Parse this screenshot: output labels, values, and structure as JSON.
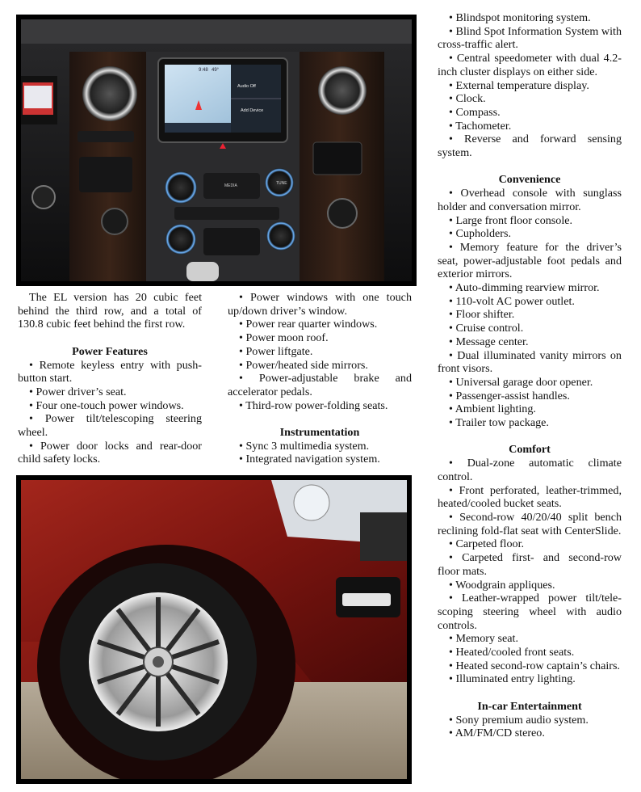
{
  "intro": "The EL version has 20 cubic feet behind the third row, and a total of 130.8 cubic feet behind the first row.",
  "photo_dashboard": {
    "screen_time": "9:48",
    "screen_temp": "49°",
    "audio_label": "Audio Off",
    "device_label": "Add Device",
    "media_label": "MEDIA",
    "tune_label": "TUNE"
  },
  "sections": {
    "power_features": {
      "title": "Power Features",
      "items": [
        "Remote keyless entry with push-button start.",
        "Power driver’s seat.",
        "Four one-touch power windows.",
        "Power tilt/telescoping steering wheel.",
        "Power door locks and rear-door child safety locks.",
        "Power windows with one touch up/down driver’s window.",
        "Power rear quarter windows.",
        "Power moon roof.",
        "Power liftgate.",
        "Power/heated side mirrors.",
        "Power-adjustable brake and accelerator pedals.",
        "Third-row power-folding seats."
      ]
    },
    "instrumentation": {
      "title": "Instrumentation",
      "items": [
        "Sync 3 multimedia system.",
        "Integrated navigation system.",
        "Blindspot monitoring system.",
        "Blind Spot Information System with cross-traffic alert.",
        "Central speedometer with dual 4.2-inch cluster displays on either side.",
        "External temperature display.",
        "Clock.",
        "Compass.",
        "Tachometer.",
        "Reverse and forward sensing system."
      ]
    },
    "convenience": {
      "title": "Convenience",
      "items": [
        "Overhead console with sunglass holder and conversation mirror.",
        "Large front floor console.",
        "Cupholders.",
        "Memory feature for the driver’s seat, power-adjustable foot pedals and exterior mirrors.",
        "Auto-dimming rearview mirror.",
        "110-volt AC power outlet.",
        "Floor shifter.",
        "Cruise control.",
        "Message center.",
        "Dual illuminated vanity mirrors on front visors.",
        "Universal garage door opener.",
        "Passenger-assist handles.",
        "Ambient lighting.",
        "Trailer tow package."
      ]
    },
    "comfort": {
      "title": "Comfort",
      "items": [
        "Dual-zone automatic climate control.",
        "Front perforated, leather-trimmed, heated/cooled bucket seats.",
        "Second-row 40/20/40 split bench reclining fold-flat seat with CenterSlide.",
        "Carpeted floor.",
        "Carpeted first- and second-row floor mats.",
        "Woodgrain appliques.",
        "Leather-wrapped power tilt/tele-scoping steering wheel with audio controls.",
        "Memory seat.",
        "Heated/cooled front seats.",
        "Heated second-row captain’s chairs.",
        "Illuminated entry lighting."
      ]
    },
    "entertainment": {
      "title": "In-car Entertainment",
      "items": [
        "Sony premium audio system.",
        "AM/FM/CD stereo."
      ]
    }
  },
  "colors": {
    "page_bg": "#ffffff",
    "text": "#111111",
    "photo_frame": "#000000",
    "car_paint": "#8a1a14"
  },
  "icons": [
    "dashboard-photo",
    "wheel-photo"
  ]
}
